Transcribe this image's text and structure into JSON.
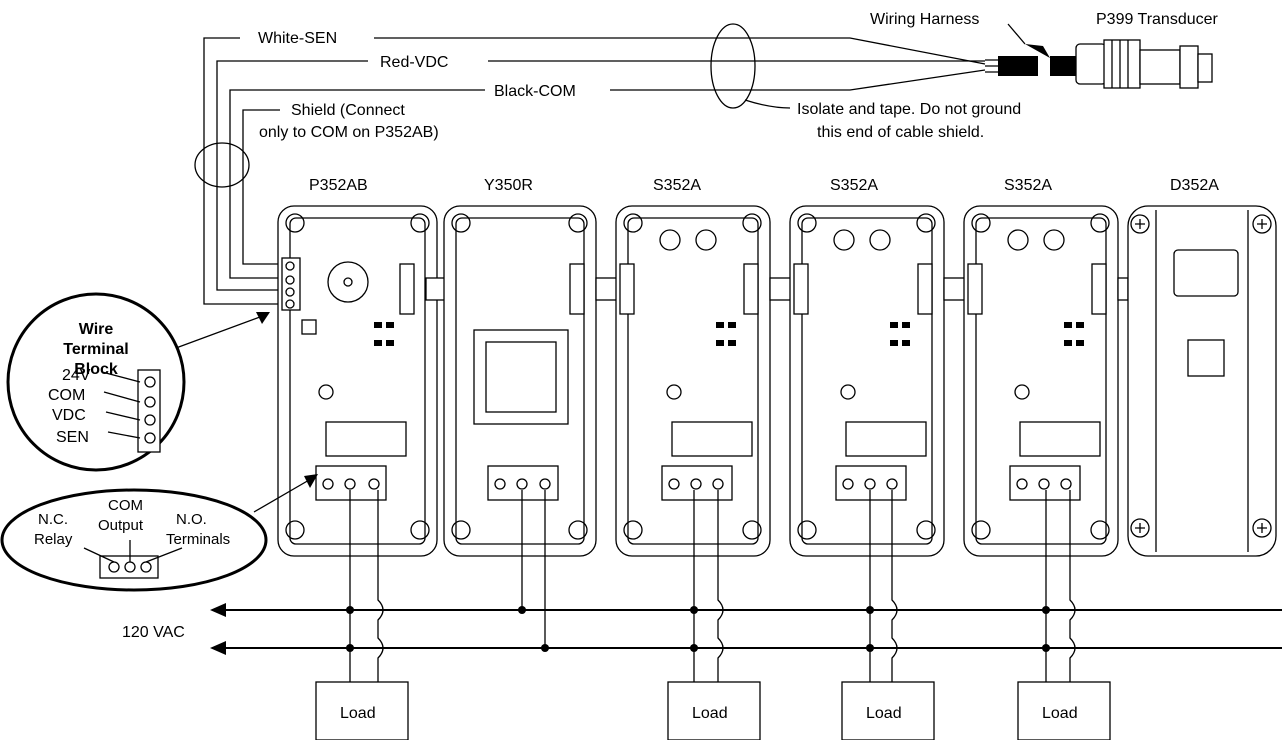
{
  "wires": {
    "white_sen": "White-SEN",
    "red_vdc": "Red-VDC",
    "black_com": "Black-COM",
    "shield_line1": "Shield (Connect",
    "shield_line2": "only to COM on P352AB)"
  },
  "harness_label": "Wiring Harness",
  "transducer_label": "P399 Transducer",
  "isolate_line1": "Isolate and tape. Do not ground",
  "isolate_line2": "this end of cable shield.",
  "modules": [
    "P352AB",
    "Y350R",
    "S352A",
    "S352A",
    "S352A",
    "D352A"
  ],
  "terminal_block": {
    "title": [
      "Wire",
      "Terminal",
      "Block"
    ],
    "pins": [
      "24V",
      "COM",
      "VDC",
      "SEN"
    ]
  },
  "relay_callout": {
    "nc": [
      "N.C.",
      "Relay"
    ],
    "com": [
      "COM",
      "Output"
    ],
    "no": [
      "N.O.",
      "Terminals"
    ]
  },
  "supply_label": "120 VAC",
  "load_label": "Load"
}
